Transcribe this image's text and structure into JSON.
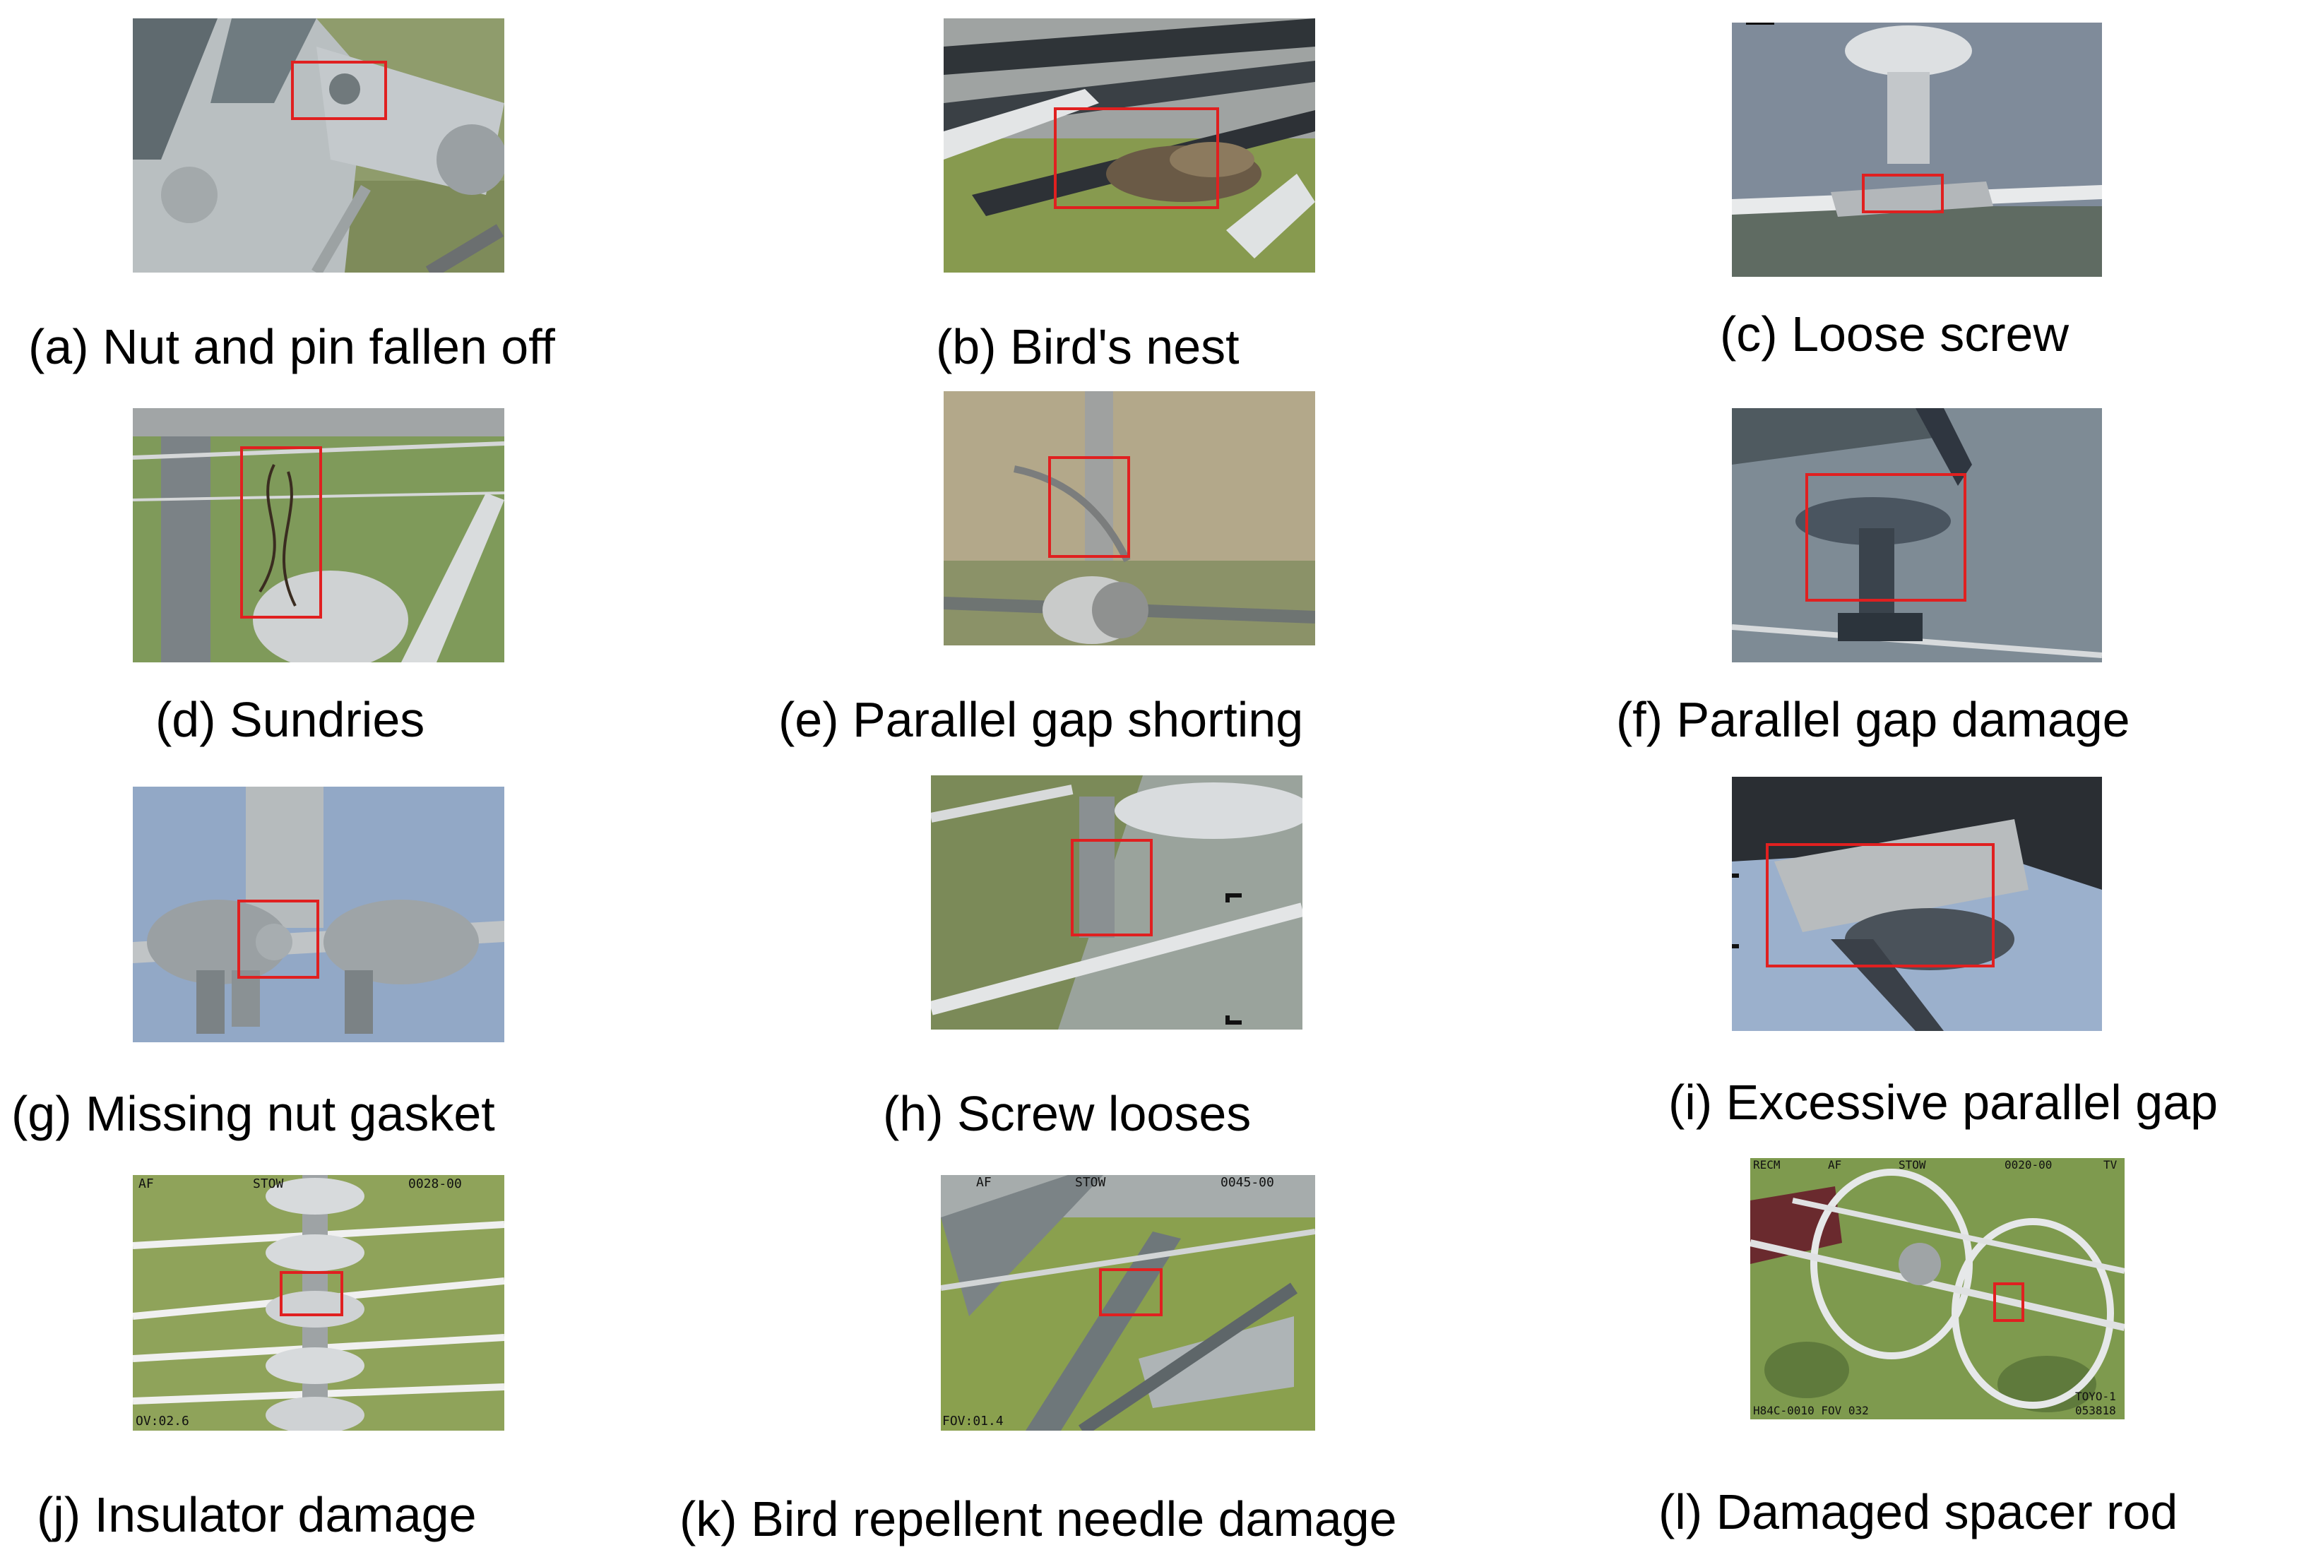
{
  "panels": [
    {
      "id": "a",
      "caption": "(a) Nut and pin fallen off",
      "photo_description": "Close-up of bolted steel tower plates over grass",
      "box_color": "#e02020"
    },
    {
      "id": "b",
      "caption": "(b) Bird's nest",
      "photo_description": "Bird's nest among steel tower members",
      "box_color": "#e02020"
    },
    {
      "id": "c",
      "caption": "(c)  Loose screw",
      "photo_description": "Insulator clamp on conductor",
      "box_color": "#e02020"
    },
    {
      "id": "d",
      "caption": "(d) Sundries",
      "photo_description": "Foreign debris tangled on insulator fitting",
      "box_color": "#e02020"
    },
    {
      "id": "e",
      "caption": "(e) Parallel gap shorting",
      "photo_description": "Parallel gap electrode near conductor",
      "box_color": "#e02020"
    },
    {
      "id": "f",
      "caption": "(f) Parallel gap damage",
      "photo_description": "Insulator with bent parallel gap electrode",
      "box_color": "#e02020"
    },
    {
      "id": "g",
      "caption": "(g) Missing nut gasket",
      "photo_description": "Suspension clamp bolts against blue sky",
      "box_color": "#e02020"
    },
    {
      "id": "h",
      "caption": "(h) Screw looses",
      "photo_description": "Fitting with loose screw near conductor",
      "box_color": "#e02020"
    },
    {
      "id": "i",
      "caption": "(i) Excessive parallel gap",
      "photo_description": "Tower arm with parallel gap fitting",
      "box_color": "#e02020"
    },
    {
      "id": "j",
      "caption": "(j) Insulator damage",
      "photo_description": "Insulator string with damaged shed",
      "overlay": [
        "AF",
        "STOW",
        "0028-00",
        "OV:02.6"
      ],
      "box_color": "#e02020"
    },
    {
      "id": "k",
      "caption": "(k) Bird repellent needle damage",
      "photo_description": "Tower cross-arm with bird repellent needles",
      "overlay": [
        "AF",
        "STOW",
        "0045-00",
        "FOV:01.4"
      ],
      "box_color": "#e02020"
    },
    {
      "id": "l",
      "caption": "(l) Damaged spacer rod",
      "photo_description": "Spacer damper ring on conductor bundle",
      "overlay": [
        "RECM",
        "AF",
        "STOW",
        "0020-00",
        "TV",
        "H84C-0010 FOV 032",
        "TOYO-1",
        "053818"
      ],
      "box_color": "#e02020"
    }
  ]
}
